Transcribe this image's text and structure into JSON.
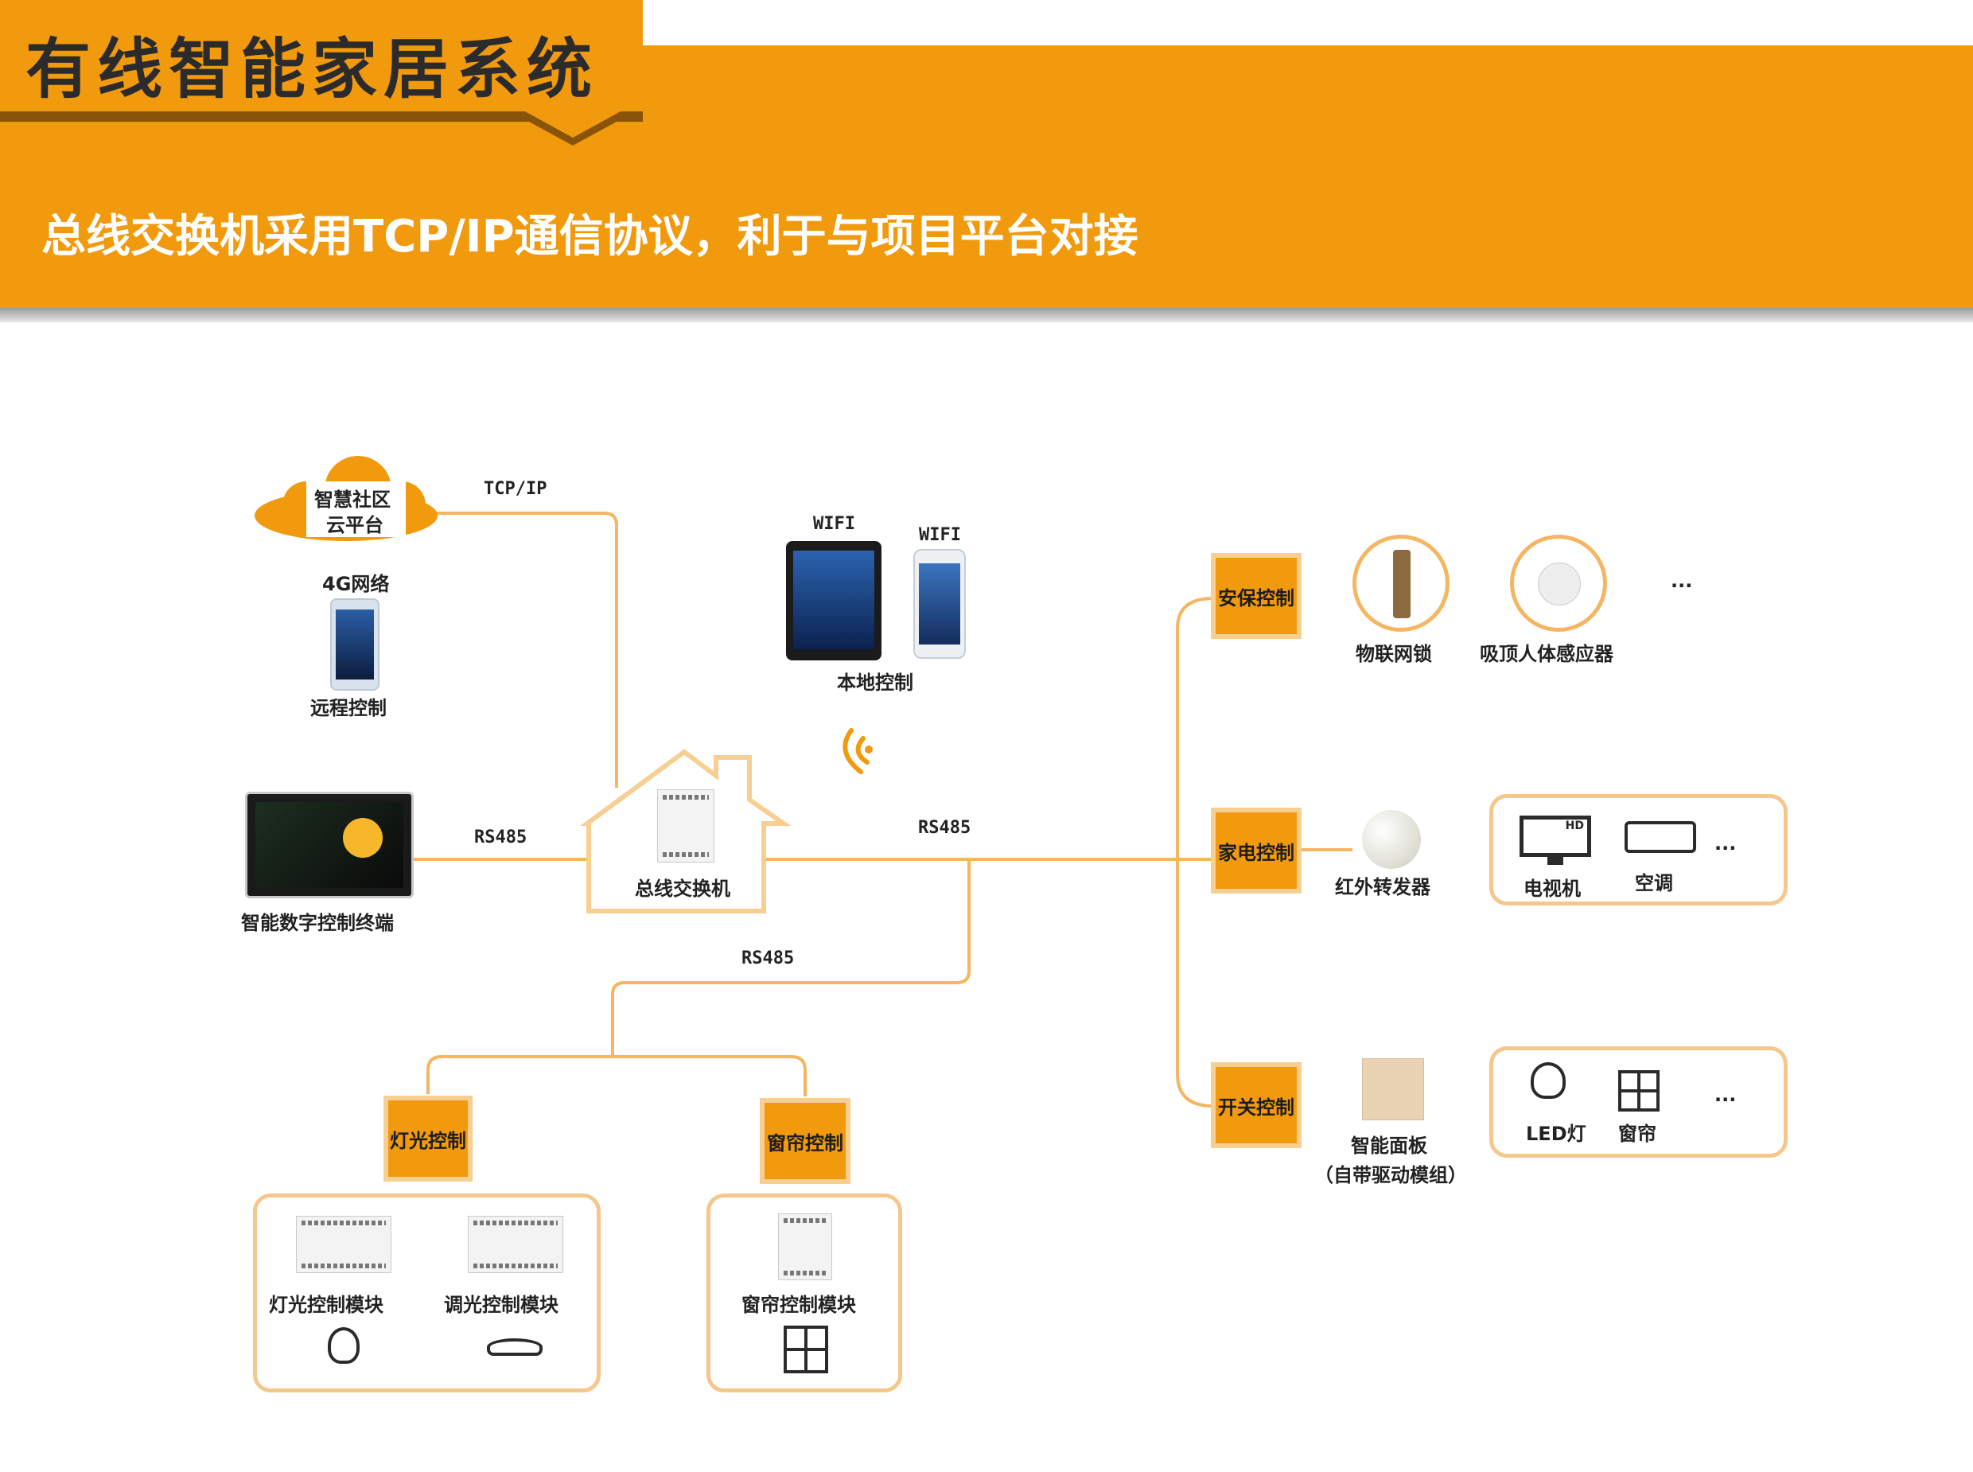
{
  "header": {
    "title": "有线智能家居系统",
    "subtitle": "总线交换机采用TCP/IP通信协议，利于与项目平台对接"
  },
  "colors": {
    "accent": "#f29a0e",
    "line": "#f4b661",
    "border_light": "#f8cf92"
  },
  "diagram": {
    "cloud": {
      "label_line1": "智慧社区",
      "label_line2": "云平台"
    },
    "network_4g": "4G网络",
    "remote_control": "远程控制",
    "terminal": "智能数字控制终端",
    "wifi_tablet": "WIFI",
    "wifi_phone": "WIFI",
    "local_control": "本地控制",
    "switch": "总线交换机",
    "protocols": {
      "tcpip": "TCP/IP",
      "rs485_left": "RS485",
      "rs485_right": "RS485",
      "rs485_bottom": "RS485"
    },
    "security": {
      "label": "安保控制",
      "items": [
        "物联网锁",
        "吸顶人体感应器"
      ],
      "more": "···"
    },
    "appliance": {
      "label": "家电控制",
      "ir": "红外转发器",
      "items": [
        "电视机",
        "空调"
      ],
      "tv_badge": "HD",
      "more": "···"
    },
    "switch_control": {
      "label": "开关控制",
      "panel_line1": "智能面板",
      "panel_line2": "（自带驱动模组）",
      "items": [
        "LED灯",
        "窗帘"
      ],
      "more": "···"
    },
    "lighting": {
      "label": "灯光控制",
      "modules": [
        "灯光控制模块",
        "调光控制模块"
      ]
    },
    "curtain": {
      "label": "窗帘控制",
      "module": "窗帘控制模块"
    }
  }
}
